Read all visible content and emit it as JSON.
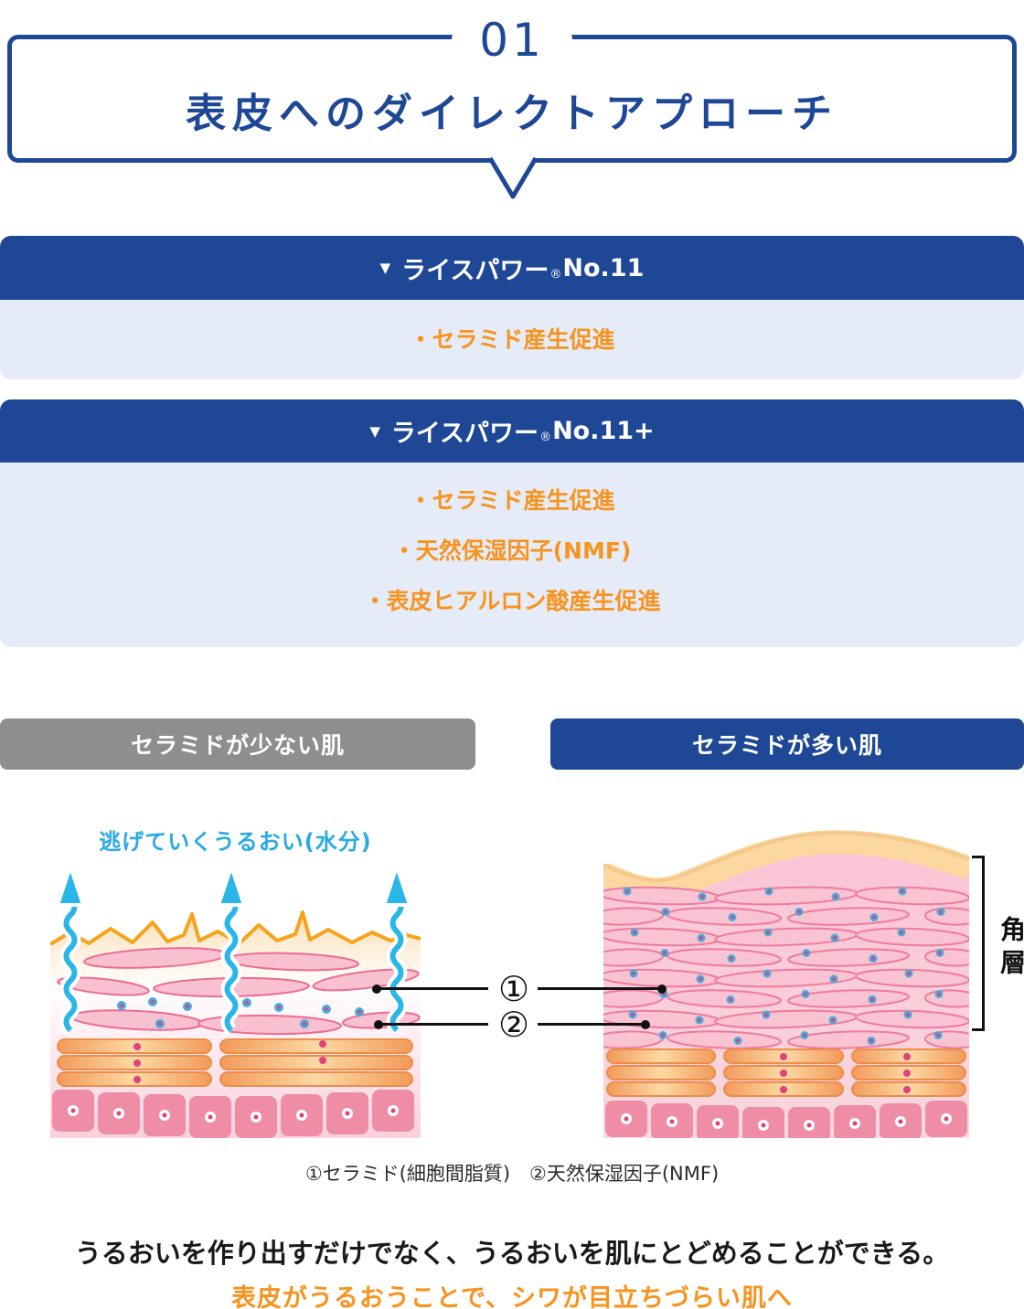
{
  "header": {
    "badge": "01",
    "title": "表皮へのダイレクトアプローチ"
  },
  "sections": [
    {
      "arrow": "▼",
      "name": "ライスパワー",
      "reg": "®",
      "model": "No.11",
      "bullets": [
        "・セラミド産生促進"
      ]
    },
    {
      "arrow": "▼",
      "name": "ライスパワー",
      "reg": "®",
      "model": "No.11+",
      "bullets": [
        "・セラミド産生促進",
        "・天然保湿因子(NMF)",
        "・表皮ヒアルロン酸産生促進"
      ]
    }
  ],
  "comparison": {
    "left_header": "セラミドが少ない肌",
    "right_header": "セラミドが多い肌",
    "escape_caption": "逃げていくうるおい(水分)",
    "marker_1": "①",
    "marker_2": "②",
    "bracket_label": "角層"
  },
  "legend": "①セラミド(細胞間脂質)　②天然保湿因子(NMF)",
  "closing": {
    "line_1": "うるおいを作り出すだけでなく、うるおいを肌にとどめることができる。",
    "line_2": "表皮がうるおうことで、シワが目立ちづらい肌へ"
  },
  "colors": {
    "deep_blue": "#1e4796",
    "light_blue": "#e5ecf8",
    "orange": "#f7931e",
    "gray": "#8e8e8e",
    "cyan": "#29abe2",
    "black": "#1a1a1a"
  }
}
